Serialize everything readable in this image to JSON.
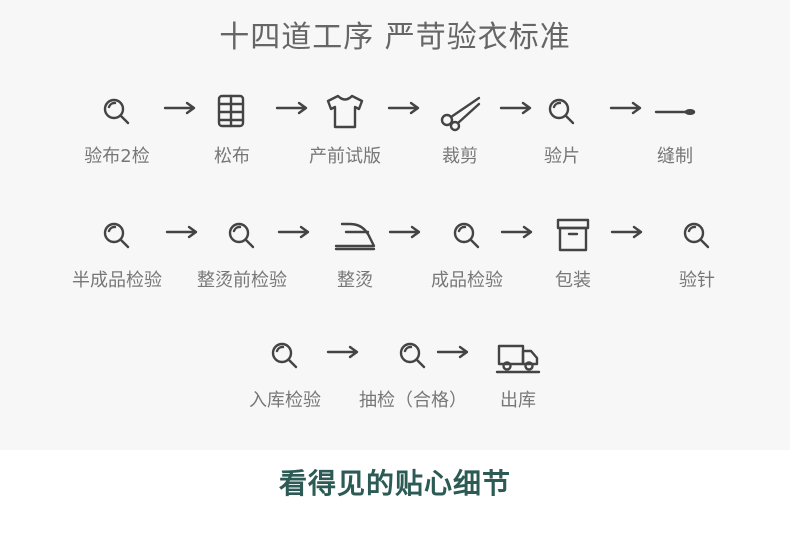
{
  "title": "十四道工序  严苛验衣标准",
  "footer_title": "看得见的贴心细节",
  "rows": [
    [
      {
        "label": "验布2检",
        "icon": "magnifier-icon"
      },
      {
        "label": "松布",
        "icon": "fabric-roll-icon"
      },
      {
        "label": "产前试版",
        "icon": "tshirt-icon"
      },
      {
        "label": "裁剪",
        "icon": "scissors-icon"
      },
      {
        "label": "验片",
        "icon": "magnifier-icon"
      },
      {
        "label": "缝制",
        "icon": "needle-icon"
      }
    ],
    [
      {
        "label": "半成品检验",
        "icon": "magnifier-icon"
      },
      {
        "label": "整烫前检验",
        "icon": "magnifier-icon"
      },
      {
        "label": "整烫",
        "icon": "iron-icon"
      },
      {
        "label": "成品检验",
        "icon": "magnifier-icon"
      },
      {
        "label": "包装",
        "icon": "box-icon"
      },
      {
        "label": "验针",
        "icon": "magnifier-icon"
      }
    ],
    [
      {
        "label": "入库检验",
        "icon": "magnifier-icon"
      },
      {
        "label": "抽检（合格）",
        "icon": "magnifier-icon"
      },
      {
        "label": "出库",
        "icon": "truck-icon"
      }
    ]
  ],
  "colors": {
    "icon": "#444444",
    "label": "#777777",
    "title": "#666666",
    "footer": "#2c5a55",
    "panel": "#f7f7f7"
  }
}
